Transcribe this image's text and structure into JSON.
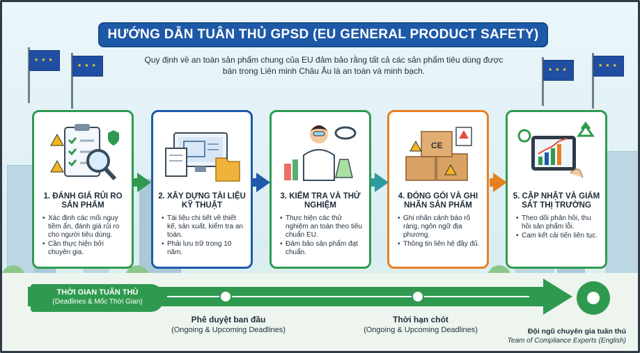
{
  "header": {
    "title": "HƯỚNG DẪN TUÂN THỦ GPSD (EU GENERAL PRODUCT SAFETY)",
    "subtitle": "Quy định về an toàn sản phẩm chung của EU đảm bảo rằng tất cả các sản phẩm tiêu dùng được bán trong Liên minh Châu Âu là an toàn và minh bạch."
  },
  "steps": [
    {
      "title": "1. ĐÁNH GIÁ RỦI RO SẢN PHẨM",
      "icon": "risk-clipboard-magnifier-icon",
      "bullets": [
        "Xác định các mối nguy tiềm ẩn, đánh giá rủi ro cho người tiêu dùng.",
        "Cần thực hiện bởi chuyên gia."
      ]
    },
    {
      "title": "2. XÂY DỰNG TÀI LIỆU KỸ THUẬT",
      "icon": "technical-documents-icon",
      "bullets": [
        "Tài liệu chi tiết về thiết kế, sản xuất, kiểm tra an toàn.",
        "Phải lưu trữ trong 10 năm."
      ]
    },
    {
      "title": "3. KIỂM TRA VÀ THỬ NGHIỆM",
      "icon": "lab-scientist-icon",
      "bullets": [
        "Thực hiện các thử nghiệm an toàn theo tiêu chuẩn EU.",
        "Đảm bảo sản phẩm đạt chuẩn."
      ]
    },
    {
      "title": "4. ĐÓNG GÓI VÀ GHI NHÃN SẢN PHẨM",
      "icon": "packaging-boxes-icon",
      "bullets": [
        "Ghi nhãn cảnh báo rõ ràng, ngôn ngữ địa phương.",
        "Thông tin liên hệ đầy đủ."
      ]
    },
    {
      "title": "5. CẬP NHẬT VÀ GIÁM SÁT THỊ TRƯỜNG",
      "icon": "tablet-chart-recycle-icon",
      "bullets": [
        "Theo dõi phản hồi, thu hồi sản phẩm lỗi.",
        "Cam kết cải tiến liên tục."
      ]
    }
  ],
  "timeline": {
    "label": "THỜI GIAN TUÂN THỦ",
    "label_sub": "(Deadlines & Mốc Thời Gian)",
    "milestone1_title": "Phê duyệt ban đầu",
    "milestone1_sub": "(Ongoing & Upcoming Deadlines)",
    "milestone2_title": "Thời hạn chót",
    "milestone2_sub": "(Ongoing & Upcoming Deadlines)"
  },
  "credit": {
    "line1": "Đội ngũ chuyên gia tuân thủ",
    "line2": "Team of Compliance Experts (English)"
  },
  "colors": {
    "title_bg": "#1e59a8",
    "green": "#2f9a4f",
    "blue": "#1e5aa8",
    "teal": "#2e9ba1",
    "orange": "#e67f22"
  }
}
